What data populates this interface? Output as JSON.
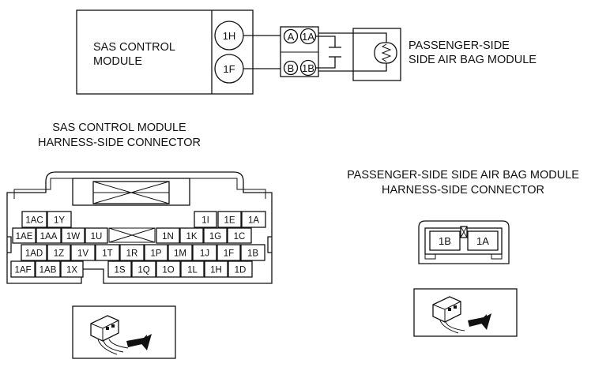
{
  "wiring": {
    "module_label_line1": "SAS CONTROL",
    "module_label_line2": "MODULE",
    "module_pin_top": "1H",
    "module_pin_bottom": "1F",
    "inline_a": "A",
    "inline_b": "B",
    "inline_1a": "1A",
    "inline_1b": "1B",
    "airbag_label_line1": "PASSENGER-SIDE",
    "airbag_label_line2": "SIDE AIR BAG MODULE"
  },
  "sas_connector": {
    "title_line1": "SAS CONTROL MODULE",
    "title_line2": "HARNESS-SIDE CONNECTOR",
    "row1_left": [
      "1AC",
      "1Y"
    ],
    "row1_right": [
      "1I",
      "1E",
      "1A"
    ],
    "row2_left": [
      "1AE",
      "1AA",
      "1W",
      "1U"
    ],
    "row2_right": [
      "1N",
      "1K",
      "1G",
      "1C"
    ],
    "row3": [
      "1AD",
      "1Z",
      "1V",
      "1T",
      "1R",
      "1P",
      "1M",
      "1J",
      "1F",
      "1B"
    ],
    "row4_left": [
      "1AF",
      "1AB",
      "1X"
    ],
    "row4_right": [
      "1S",
      "1Q",
      "1O",
      "1L",
      "1H",
      "1D"
    ]
  },
  "airbag_connector": {
    "title_line1": "PASSENGER-SIDE SIDE AIR BAG MODULE",
    "title_line2": "HARNESS-SIDE CONNECTOR",
    "pin_left": "1B",
    "pin_right": "1A"
  },
  "icons": [
    "connector-view-icon",
    "arrow-icon",
    "resistor-icon"
  ]
}
